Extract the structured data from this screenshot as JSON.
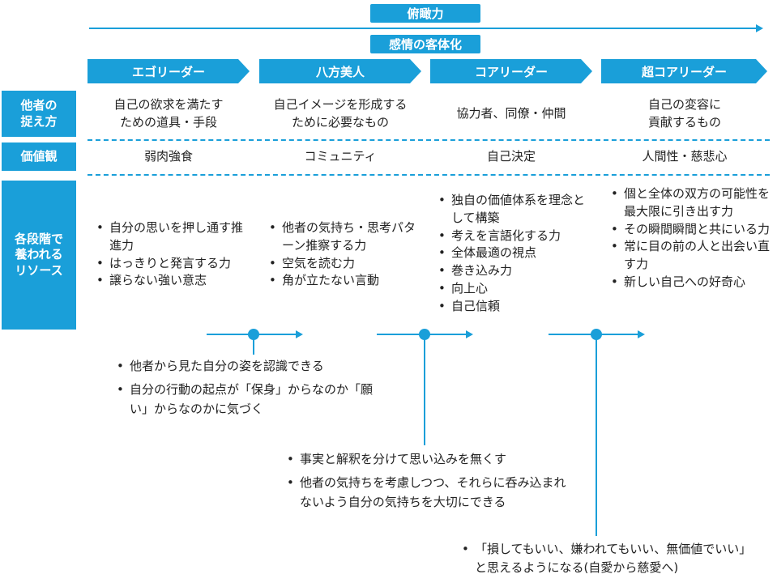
{
  "header": {
    "top_label": "俯瞰力",
    "second_label": "感情の客体化"
  },
  "stages": [
    "エゴリーダー",
    "八方美人",
    "コアリーダー",
    "超コアリーダー"
  ],
  "rows": {
    "perception": {
      "label": "他者の\n捉え方",
      "cells": [
        "自己の欲求を満たす\nための道具・手段",
        "自己イメージを形成する\nために必要なもの",
        "協力者、同僚・仲間",
        "自己の変容に\n貢献するもの"
      ]
    },
    "values": {
      "label": "価値観",
      "cells": [
        "弱肉強食",
        "コミュニティ",
        "自己決定",
        "人間性・慈悲心"
      ]
    },
    "resources": {
      "label": "各段階で\n養われる\nリソース",
      "lists": [
        [
          "自分の思いを押し通す推進力",
          "はっきりと発言する力",
          "譲らない強い意志"
        ],
        [
          "他者の気持ち・思考パターン推察する力",
          "空気を読む力",
          "角が立たない言動"
        ],
        [
          "独自の価値体系を理念として構築",
          "考えを言語化する力",
          "全体最適の視点",
          "巻き込み力",
          "向上心",
          "自己信頼"
        ],
        [
          "個と全体の双方の可能性を最大限に引き出す力",
          "その瞬間瞬間と共にいる力",
          "常に目の前の人と出会い直す力",
          "新しい自己への好奇心"
        ]
      ]
    }
  },
  "transitions": [
    [
      "他者から見た自分の姿を認識できる",
      "自分の行動の起点が「保身」からなのか「願い」からなのかに気づく"
    ],
    [
      "事実と解釈を分けて思い込みを無くす",
      "他者の気持ちを考慮しつつ、それらに呑み込まれないよう自分の気持ちを大切にできる"
    ],
    [
      "「損してもいい、嫌われてもいい、無価値でいい」と思えるようになる(自愛から慈愛へ)"
    ]
  ]
}
